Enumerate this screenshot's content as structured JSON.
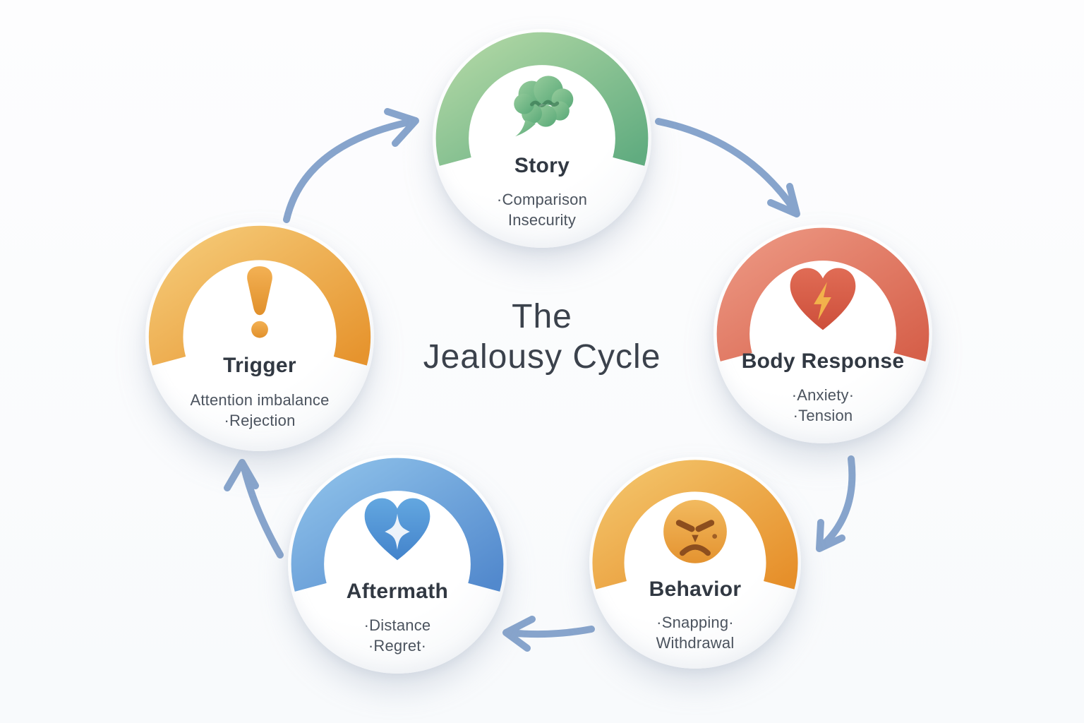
{
  "title": {
    "line1": "The",
    "line2": "Jealousy Cycle"
  },
  "nodes": [
    {
      "id": "story",
      "title": "Story",
      "items": [
        "·Comparison",
        "Insecurity"
      ],
      "icon": "thought-bubble-icon",
      "arc_from": "#b0d7a4",
      "arc_to": "#61ac80",
      "icon_from": "#97cc9c",
      "icon_to": "#57a877",
      "icon_accent": "#3f7e57"
    },
    {
      "id": "body-response",
      "title": "Body Response",
      "items": [
        "·Anxiety·",
        "·Tension"
      ],
      "icon": "heart-lightning-icon",
      "arc_from": "#ec9681",
      "arc_to": "#d6604a",
      "icon_from": "#e06c55",
      "icon_to": "#cd4f3b",
      "icon_accent": "#f2b24b"
    },
    {
      "id": "behavior",
      "title": "Behavior",
      "items": [
        "·Snapping·",
        "Withdrawal"
      ],
      "icon": "angry-face-icon",
      "arc_from": "#f3c369",
      "arc_to": "#e68f2a",
      "icon_from": "#f2ba5f",
      "icon_to": "#e49330",
      "icon_accent": "#8d4e1e"
    },
    {
      "id": "aftermath",
      "title": "Aftermath",
      "items": [
        "·Distance",
        "·Regret·"
      ],
      "icon": "heart-sparkle-icon",
      "arc_from": "#8dc0e9",
      "arc_to": "#5289cd",
      "icon_from": "#63a7e0",
      "icon_to": "#4383cb",
      "icon_accent": "#f4f8fc"
    },
    {
      "id": "trigger",
      "title": "Trigger",
      "items": [
        "Attention imbalance",
        "·Rejection"
      ],
      "icon": "exclamation-icon",
      "arc_from": "#f5c976",
      "arc_to": "#e6942e",
      "icon_from": "#f3b154",
      "icon_to": "#e1902b",
      "icon_accent": "#e1902b"
    }
  ],
  "arrows": {
    "color": "#87a4cc",
    "links": [
      {
        "from": "Trigger",
        "to": "Story"
      },
      {
        "from": "Story",
        "to": "Body Response"
      },
      {
        "from": "Body Response",
        "to": "Behavior"
      },
      {
        "from": "Behavior",
        "to": "Aftermath"
      },
      {
        "from": "Aftermath",
        "to": "Trigger"
      }
    ]
  }
}
